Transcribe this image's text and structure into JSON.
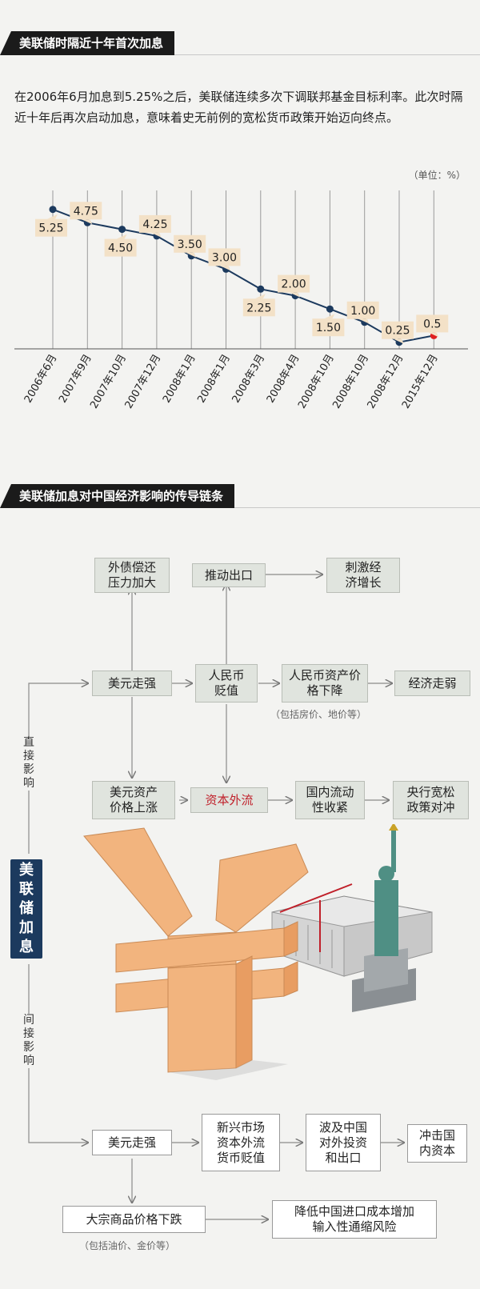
{
  "section1": {
    "title": "美联储时隔近十年首次加息"
  },
  "intro": "在2006年6月加息到5.25%之后，美联储连续多次下调联邦基金目标利率。此次时隔近十年后再次启动加息，意味着史无前例的宽松货币政策开始迈向终点。",
  "unit_label": "（单位：%）",
  "chart_data": {
    "type": "line",
    "categories": [
      "2006年6月",
      "2007年9月",
      "2007年10月",
      "2007年12月",
      "2008年1月",
      "2008年1月",
      "2008年3月",
      "2008年4月",
      "2008年10月",
      "2008年10月",
      "2008年12月",
      "2015年12月"
    ],
    "values": [
      5.25,
      4.75,
      4.5,
      4.25,
      3.5,
      3.0,
      2.25,
      2.0,
      1.5,
      1.0,
      0.25,
      0.5
    ],
    "value_labels": [
      "5.25",
      "4.75",
      "4.50",
      "4.25",
      "3.50",
      "3.00",
      "2.25",
      "2.00",
      "1.50",
      "1.00",
      "0.25",
      "0.5"
    ],
    "label_positions": [
      "below",
      "above",
      "below",
      "above",
      "above",
      "above",
      "below",
      "above",
      "below",
      "above",
      "above",
      "above"
    ],
    "highlight_index": 11,
    "colors": {
      "line": "#1c3a5e",
      "highlight": "#e02020",
      "label_bg": "#f3e1c7",
      "grid": "#9a9a9a"
    },
    "ylabel": "单位：%"
  },
  "section2": {
    "title": "美联储加息对中国经济影响的传导链条"
  },
  "flow": {
    "center": "美联储加息",
    "direct_label": "直接影响",
    "indirect_label": "间接影响",
    "boxes": {
      "foreign_debt": "外债偿还压力加大",
      "push_export": "推动出口",
      "stimulate_growth": "刺激经济增长",
      "usd_strong": "美元走强",
      "rmb_depreciate": "人民币贬值",
      "rmb_assets_fall": "人民币资产价格下降",
      "economy_weak": "经济走弱",
      "usd_assets_rise": "美元资产价格上涨",
      "capital_outflow": "资本外流",
      "liquidity_tight": "国内流动性收紧",
      "pboc_easing": "央行宽松政策对冲",
      "usd_strong_2": "美元走强",
      "em_outflow": "新兴市场资本外流货币贬值",
      "affect_invest": "波及中国对外投资和出口",
      "hit_capital": "冲击国内资本",
      "commodity_fall": "大宗商品价格下跌",
      "lower_cost": "降低中国进口成本增加输入性通缩风险"
    },
    "notes": {
      "rmb_assets_note": "（包括房价、地价等）",
      "commodity_note": "（包括油价、金价等）"
    }
  },
  "illustration": {
    "yuan_icon": "yuan-blocks-icon",
    "statue_icon": "statue-of-liberty-icon",
    "building_icon": "federal-reserve-building-icon"
  }
}
